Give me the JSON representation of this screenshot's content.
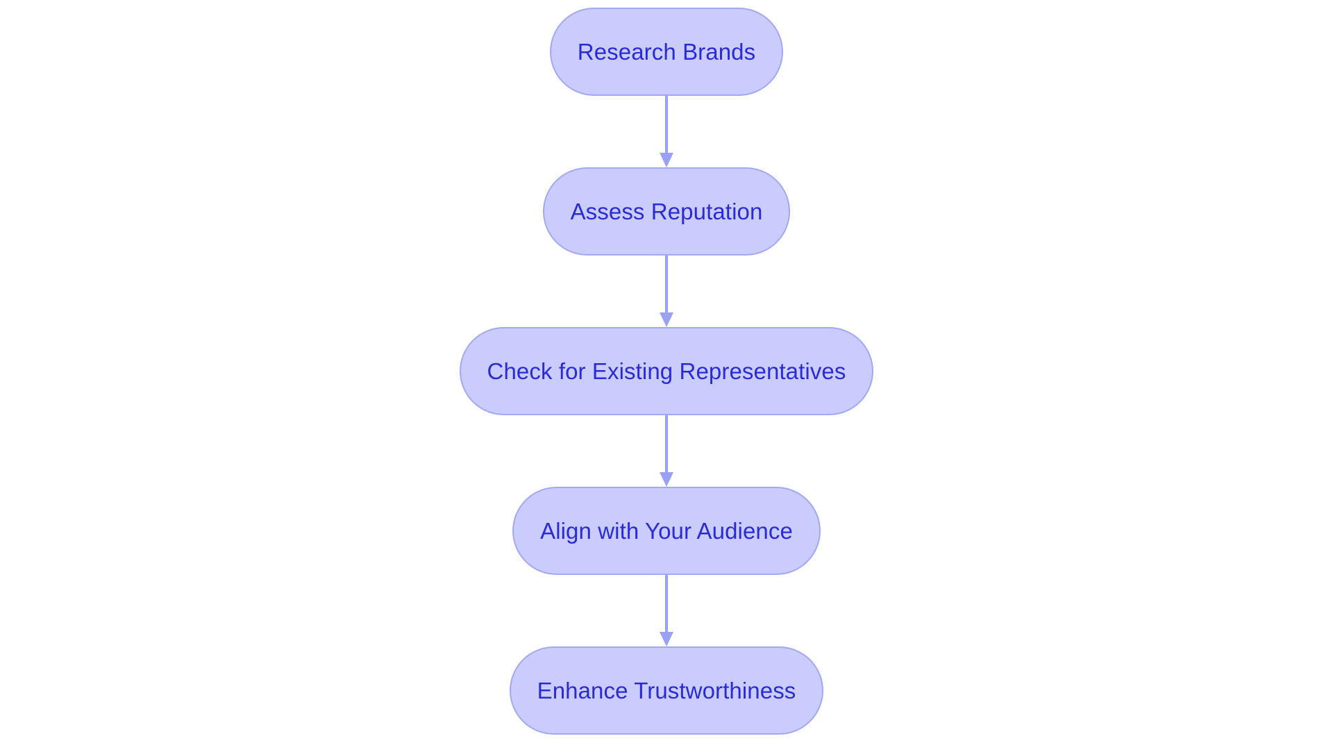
{
  "chart_data": {
    "type": "diagram",
    "diagram_kind": "flowchart",
    "orientation": "vertical-top-to-bottom",
    "title": "",
    "nodes": [
      {
        "id": "n0",
        "label": "Research Brands",
        "shape": "stadium",
        "order": 1
      },
      {
        "id": "n1",
        "label": "Assess Reputation",
        "shape": "stadium",
        "order": 2
      },
      {
        "id": "n2",
        "label": "Check for Existing Representatives",
        "shape": "stadium",
        "order": 3
      },
      {
        "id": "n3",
        "label": "Align with Your Audience",
        "shape": "stadium",
        "order": 4
      },
      {
        "id": "n4",
        "label": "Enhance Trustworthiness",
        "shape": "stadium",
        "order": 5
      }
    ],
    "edges": [
      {
        "from": "n0",
        "to": "n1",
        "label": "",
        "arrow": "single"
      },
      {
        "from": "n1",
        "to": "n2",
        "label": "",
        "arrow": "single"
      },
      {
        "from": "n2",
        "to": "n3",
        "label": "",
        "arrow": "single"
      },
      {
        "from": "n3",
        "to": "n4",
        "label": "",
        "arrow": "single"
      }
    ],
    "legend": [],
    "colors": {
      "node_fill": "#c9ccfc",
      "node_border": "#a3a8f2",
      "node_text": "#2b2bd4",
      "edge": "#9aa0f5",
      "background": "#ffffff"
    }
  },
  "flow": {
    "steps": [
      {
        "label": "Research Brands"
      },
      {
        "label": "Assess Reputation"
      },
      {
        "label": "Check for Existing Representatives"
      },
      {
        "label": "Align with Your Audience"
      },
      {
        "label": "Enhance Trustworthiness"
      }
    ]
  }
}
